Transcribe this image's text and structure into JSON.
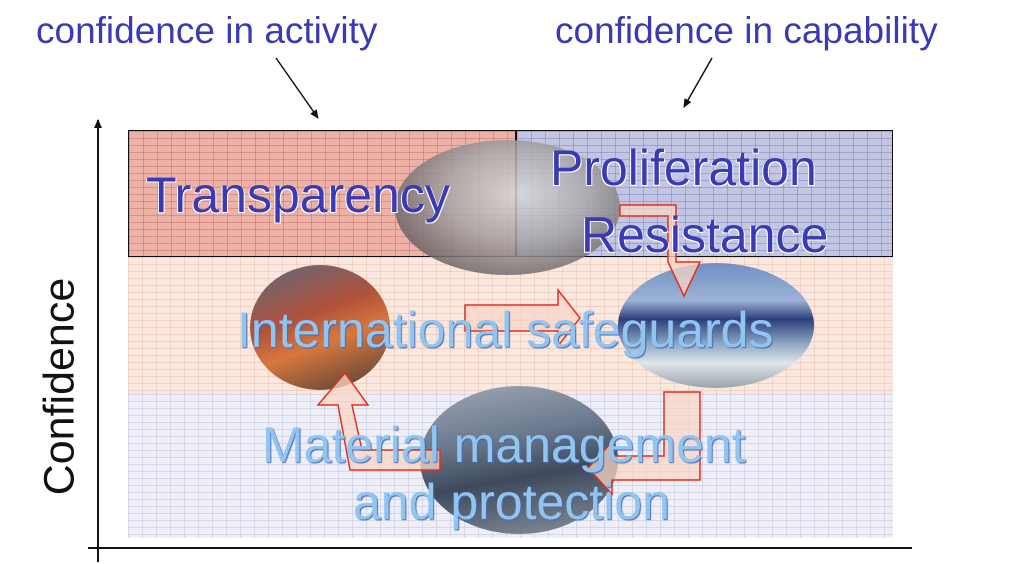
{
  "labels": {
    "confidence_in_activity": "confidence in activity",
    "confidence_in_capability": "confidence in capability",
    "y_axis": "Confidence"
  },
  "layers": {
    "transparency": "Transparency",
    "proliferation_line1": "Proliferation",
    "proliferation_line2": "Resistance",
    "safeguards": "International safeguards",
    "material_line1": "Material management",
    "material_line2": "and protection"
  },
  "colors": {
    "label_blue": "#3a3ab4",
    "light_label_blue": "#8fc5f0",
    "transparency_band": "#ecb2a8",
    "proliferation_band": "#c3c6e2",
    "safeguards_band": "#fbe7dd",
    "material_band": "#eeeef6",
    "cycle_arrow_outline": "#e03020"
  }
}
